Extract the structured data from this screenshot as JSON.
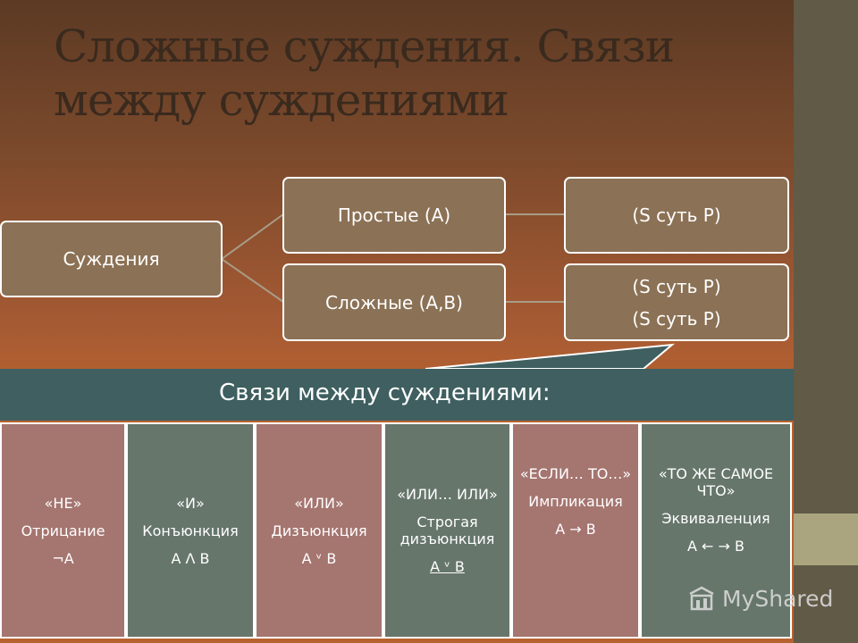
{
  "title_lines": [
    "Сложные суждения. Связи",
    "между суждениями"
  ],
  "tree": {
    "root": "Суждения",
    "simple": "Простые (A)",
    "complex": "Сложные (A,B)",
    "simple_formula": "(S суть P)",
    "complex_formula_1": "(S суть P)",
    "complex_formula_2": "(S суть P)"
  },
  "band_label": "Связи между суждениями:",
  "connectives": [
    {
      "word": "«НЕ»",
      "name": "Отрицание",
      "formula": "¬A"
    },
    {
      "word": "«И»",
      "name": "Конъюнкция",
      "formula": "A Λ B"
    },
    {
      "word": "«ИЛИ»",
      "name": "Дизъюнкция",
      "formula": "A ᵛ B"
    },
    {
      "word": "«ИЛИ… ИЛИ»",
      "name": "Строгая дизъюнкция",
      "formula": "A ᵛ B"
    },
    {
      "word": "«ЕСЛИ… ТО…»",
      "name": "Импликация",
      "formula": "A → B"
    },
    {
      "word": "«ТО ЖЕ САМОЕ ЧТО»",
      "name": "Эквиваленция",
      "formula": "A ← → B"
    }
  ],
  "watermark": "MyShared",
  "colors": {
    "box": "#8b7155",
    "band": "#3f5f60",
    "pink": "#a57570",
    "green": "#66766b"
  }
}
